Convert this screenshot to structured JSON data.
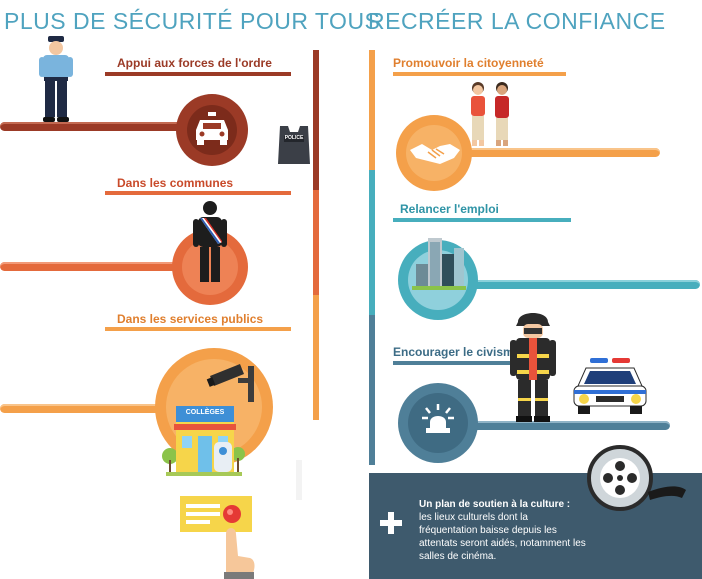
{
  "left": {
    "title": "PLUS DE SÉCURITÉ POUR TOUS",
    "sections": [
      {
        "label": "Appui aux forces de l'ordre"
      },
      {
        "label": "Dans les communes"
      },
      {
        "label": "Dans les services publics"
      }
    ],
    "vest_text": "POLICE",
    "school_text": "COLLÈGES"
  },
  "right": {
    "title": "RECRÉER LA CONFIANCE",
    "sections": [
      {
        "label": "Promouvoir la citoyenneté"
      },
      {
        "label": "Relancer l'emploi"
      },
      {
        "label": "Encourager le civisme"
      }
    ],
    "info_box": {
      "heading": "Un plan de soutien à la culture :",
      "body": "les lieux culturels dont la fréquentation baisse depuis les attentats seront aidés, notamment les salles de cinéma."
    }
  },
  "colors": {
    "title": "#4fa3bf",
    "dark_red": "#9b3a26",
    "orange_red": "#e46a3c",
    "orange": "#f4a04a",
    "teal": "#47aebd",
    "steel": "#4f7f98",
    "info_bg": "#3e5a6d"
  }
}
